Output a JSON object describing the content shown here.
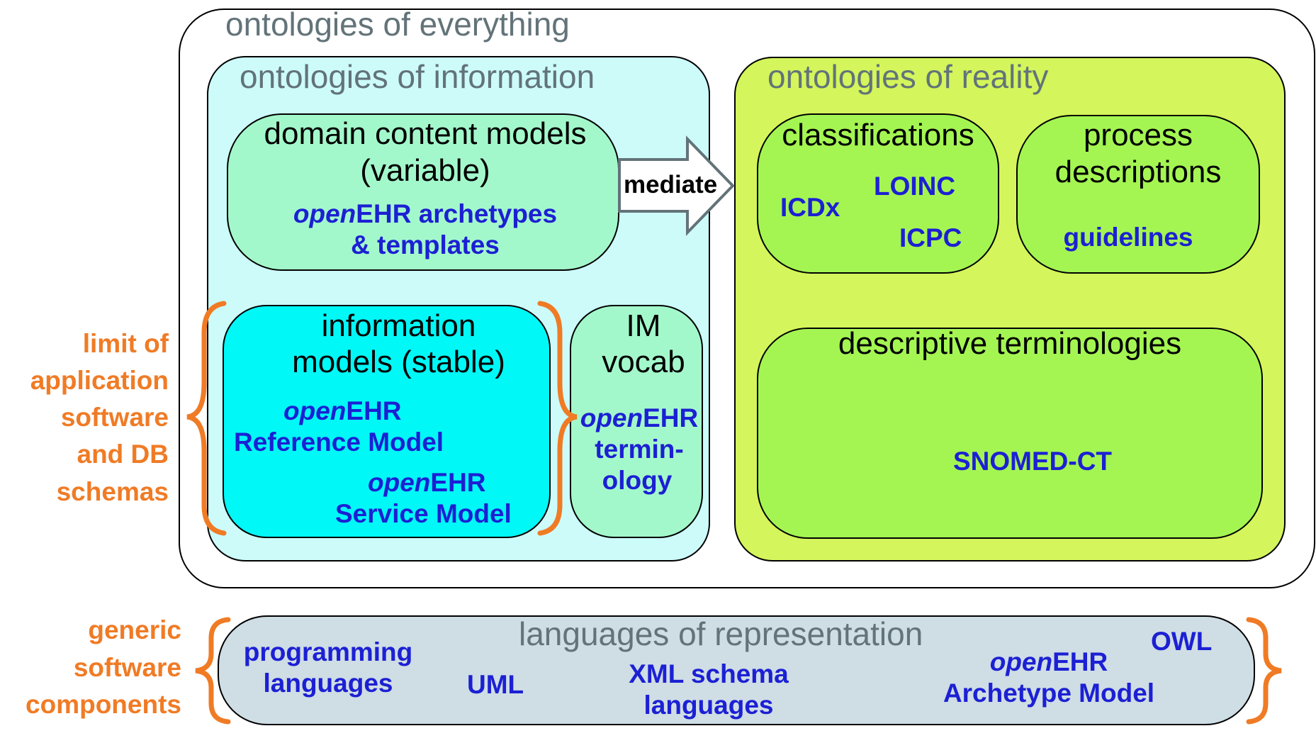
{
  "colors": {
    "information": "#ccfbfa",
    "reality": "#d4f55b",
    "domain_models": "#a3f8cb",
    "info_models": "#00f8f7",
    "im_vocab": "#a3f8cb",
    "terminology_boxes": "#a4f552",
    "languages": "#cfdde5",
    "blue_text": "#1c20d3",
    "orange_text": "#f07b25",
    "gray_header": "#627379"
  },
  "everything": {
    "title": "ontologies of everything"
  },
  "information": {
    "title": "ontologies of information",
    "domain": {
      "line1": "domain content models",
      "line2": "(variable)",
      "detail_italic": "open",
      "detail_rest": "EHR archetypes",
      "detail_line2": "& templates"
    },
    "info_models": {
      "line1": "information",
      "line2": "models (stable)",
      "rm_italic": "open",
      "rm_rest": "EHR",
      "rm_line2": "Reference Model",
      "sm_italic": "open",
      "sm_rest": "EHR",
      "sm_line2": "Service Model"
    },
    "vocab": {
      "line1": "IM",
      "line2": "vocab",
      "term_italic": "open",
      "term_rest": "EHR",
      "term_line2": "termin-",
      "term_line3": "ology"
    }
  },
  "mediate": {
    "label": "mediate"
  },
  "reality": {
    "title": "ontologies of reality",
    "classifications": {
      "title": "classifications",
      "items": [
        "ICDx",
        "LOINC",
        "ICPC"
      ]
    },
    "process": {
      "line1": "process",
      "line2": "descriptions",
      "item": "guidelines"
    },
    "terminologies": {
      "title": "descriptive terminologies",
      "item": "SNOMED-CT"
    }
  },
  "limit_label": [
    "limit of",
    "application",
    "software",
    "and DB",
    "schemas"
  ],
  "generic_label": [
    "generic",
    "software",
    "components"
  ],
  "languages": {
    "title": "languages of representation",
    "items": {
      "programming": [
        "programming",
        "languages"
      ],
      "uml": "UML",
      "xml": [
        "XML schema",
        "languages"
      ],
      "am_italic": "open",
      "am_rest": "EHR",
      "am_line2": "Archetype Model",
      "owl": "OWL"
    }
  }
}
